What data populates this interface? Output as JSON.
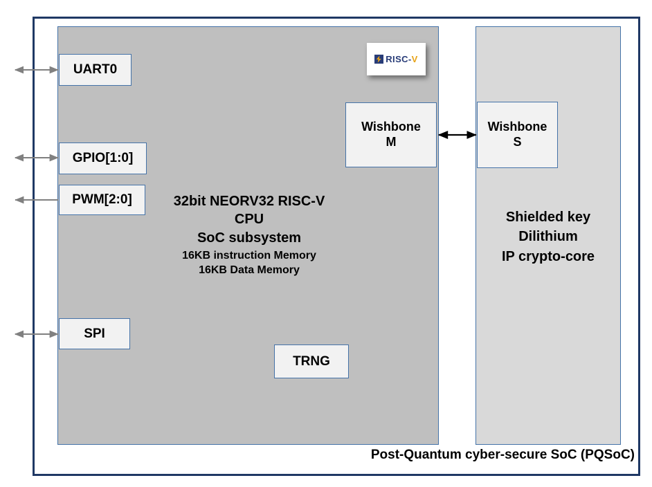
{
  "diagram": {
    "title": "Post-Quantum cyber-secure SoC (PQSoC)",
    "colors": {
      "outer_border": "#1F3864",
      "cpu_block_fill": "#BFBFBF",
      "crypto_block_fill": "#D9D9D9",
      "box_fill": "#F2F2F2",
      "box_border": "#4472A8",
      "arrow_gray": "#808080",
      "arrow_black": "#000000",
      "logo_navy": "#283C78",
      "logo_gold": "#E8A317"
    }
  },
  "cpu_block": {
    "caption": {
      "line1": "32bit NEORV32 RISC-V",
      "line2": "CPU",
      "line3": "SoC subsystem",
      "line4": "16KB instruction Memory",
      "line5": "16KB Data Memory"
    },
    "peripherals": [
      {
        "label": "UART0",
        "arrow": "bidirectional"
      },
      {
        "label": "GPIO[1:0]",
        "arrow": "bidirectional"
      },
      {
        "label": "PWM[2:0]",
        "arrow": "output-left"
      },
      {
        "label": "SPI",
        "arrow": "bidirectional"
      },
      {
        "label": "TRNG",
        "arrow": "none"
      }
    ],
    "wishbone_master": {
      "line1": "Wishbone",
      "line2": "M"
    }
  },
  "crypto_block": {
    "wishbone_slave": {
      "line1": "Wishbone",
      "line2": "S"
    },
    "caption": {
      "line1": "Shielded key",
      "line2": "Dilithium",
      "line3": "IP crypto-core"
    }
  },
  "logo": {
    "name": "riscv-logo",
    "text_prefix": "RISC-",
    "text_suffix": "V"
  }
}
